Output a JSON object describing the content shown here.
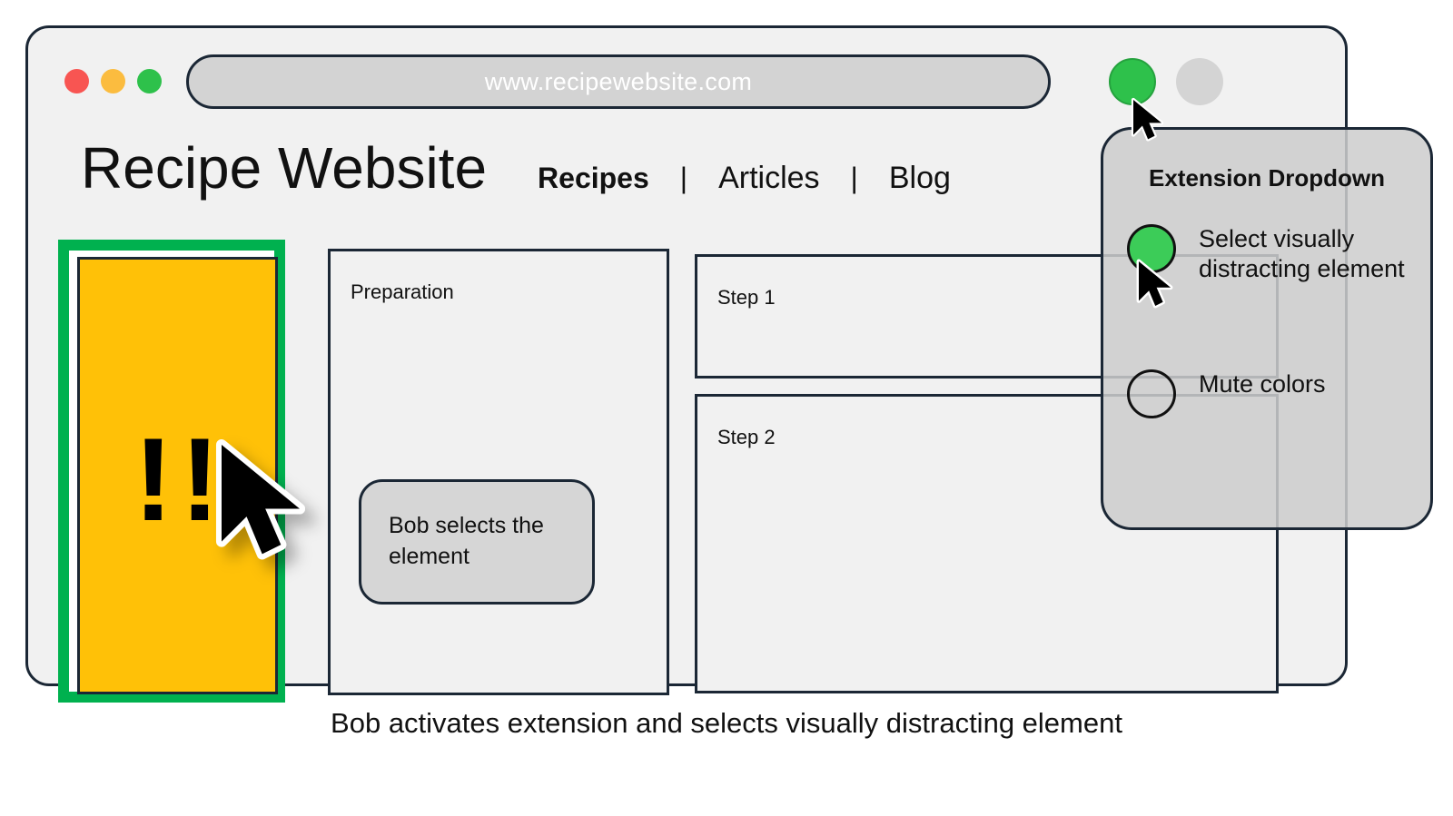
{
  "browser": {
    "traffic_lights": [
      {
        "name": "close",
        "color": "#f85552"
      },
      {
        "name": "minimize",
        "color": "#fbbc3f"
      },
      {
        "name": "maximize",
        "color": "#2ec14b"
      }
    ],
    "url": "www.recipewebsite.com",
    "toolbar_buttons": [
      {
        "name": "extension-active",
        "color": "#2ec14b",
        "state": "active"
      },
      {
        "name": "extension-inactive",
        "color": "#d4d4d4",
        "state": "inactive"
      }
    ]
  },
  "site": {
    "title": "Recipe Website",
    "nav": [
      {
        "label": "Recipes",
        "active": true
      },
      {
        "label": "Articles",
        "active": false
      },
      {
        "label": "Blog",
        "active": false
      }
    ],
    "nav_separator": "|"
  },
  "content": {
    "distracting_element": {
      "symbol": "!!",
      "fill_color": "#ffc107",
      "selection_color": "#00b14f",
      "selected": true
    },
    "panels": [
      {
        "label": "Preparation"
      },
      {
        "label": "Step 1"
      },
      {
        "label": "Step 2"
      }
    ],
    "speech_bubble": {
      "text": "Bob selects the element"
    }
  },
  "extension_dropdown": {
    "title": "Extension Dropdown",
    "options": [
      {
        "label": "Select visually distracting element",
        "selected": true,
        "accent": "#3ccc58"
      },
      {
        "label": "Mute colors",
        "selected": false,
        "accent": "#3ccc58"
      }
    ]
  },
  "cursors": [
    {
      "name": "cursor-on-toolbar-extension-button"
    },
    {
      "name": "cursor-on-dropdown-option"
    },
    {
      "name": "cursor-on-distracting-element"
    }
  ],
  "caption": "Bob activates extension and selects visually distracting element"
}
